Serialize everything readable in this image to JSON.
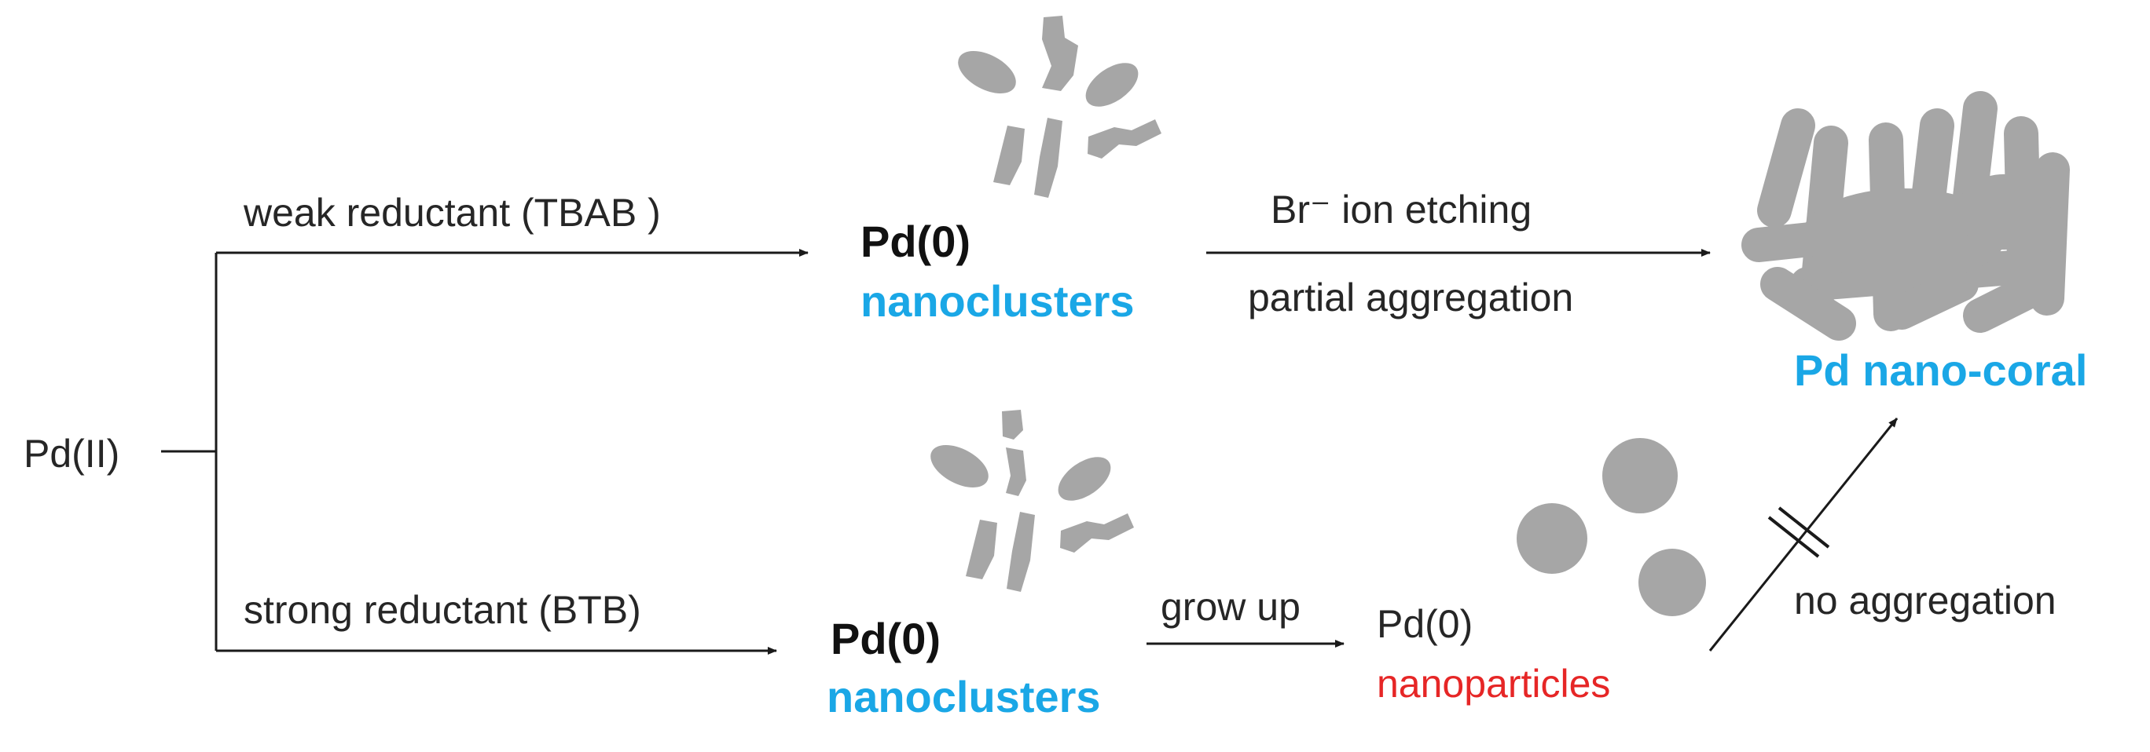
{
  "colors": {
    "line": "#1a1a1a",
    "shape": "#a6a6a6",
    "highlight_cyan": "#1aa7e6",
    "highlight_red": "#e62626"
  },
  "start": {
    "label": "Pd(II)"
  },
  "upper_path": {
    "reductant_label": "weak reductant (TBAB )",
    "product_main": "Pd(0)",
    "product_sub": "nanoclusters",
    "process_top": "Br⁻ ion etching",
    "process_bottom": "partial aggregation"
  },
  "final_product": {
    "label": "Pd nano-coral"
  },
  "lower_path": {
    "reductant_label": "strong reductant (BTB)",
    "product_main": "Pd(0)",
    "product_sub": "nanoclusters",
    "process_label": "grow up",
    "particle_main": "Pd(0)",
    "particle_sub": "nanoparticles",
    "blocked_label": "no aggregation"
  }
}
